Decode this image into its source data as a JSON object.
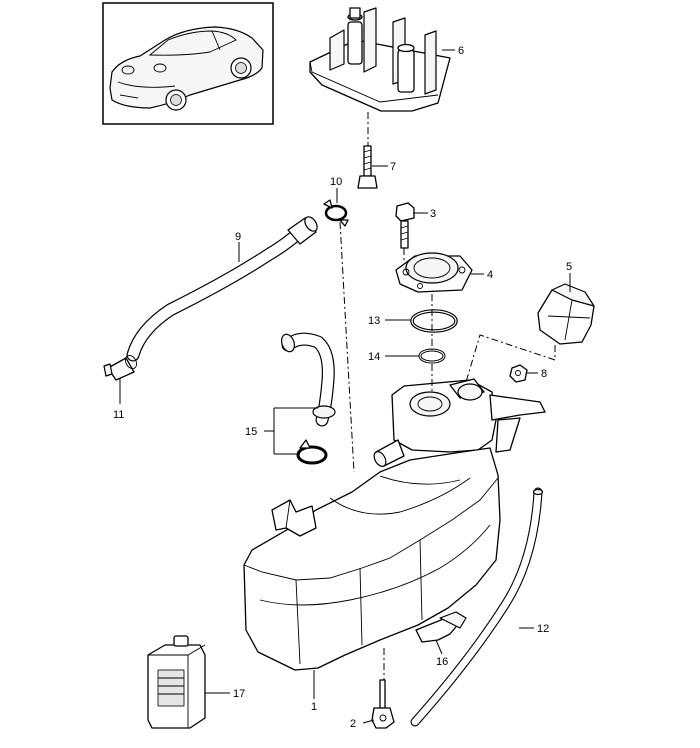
{
  "callouts": {
    "c1": "1",
    "c2": "2",
    "c3": "3",
    "c4": "4",
    "c5": "5",
    "c6": "6",
    "c7": "7",
    "c8": "8",
    "c9": "9",
    "c10": "10",
    "c11": "11",
    "c12": "12",
    "c13": "13",
    "c14": "14",
    "c15": "15",
    "c16": "16",
    "c17": "17"
  }
}
